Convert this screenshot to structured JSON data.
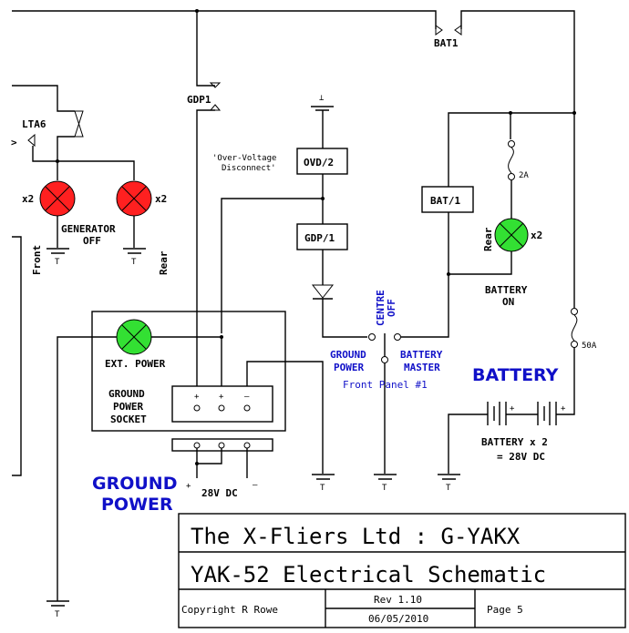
{
  "title_block": {
    "company": "The X-Fliers Ltd : G-YAKX",
    "drawing_title": "YAK-52 Electrical Schematic",
    "copyright": "Copyright R Rowe",
    "revision": "Rev 1.10",
    "date": "06/05/2010",
    "page": "Page 5"
  },
  "components": {
    "bat1_contact": "BAT1",
    "gdp1_contact": "GDP1",
    "lta6": "LTA6",
    "ovd2": "OVD/2",
    "ovd_note_line1": "'Over-Voltage",
    "ovd_note_line2": "Disconnect'",
    "gdp_relay": "GDP/1",
    "bat_relay": "BAT/1",
    "fuse_2a": "2A",
    "fuse_50a": "50A"
  },
  "lamps": {
    "gen_front_mult": "x2",
    "gen_rear_mult": "x2",
    "gen_label_line1": "GENERATOR",
    "gen_label_line2": "OFF",
    "front_label": "Front",
    "rear_label": "Rear",
    "bat_on_rear_label": "Rear",
    "bat_on_mult": "x2",
    "bat_on_line1": "BATTERY",
    "bat_on_line2": "ON",
    "ext_power": "EXT. POWER",
    "red_color": "#ff2020",
    "green_color": "#33e033"
  },
  "switch": {
    "centre_line1": "CENTRE",
    "centre_line2": "OFF",
    "ground_line1": "GROUND",
    "ground_line2": "POWER",
    "battery_line1": "BATTERY",
    "battery_line2": "MASTER",
    "panel": "Front Panel #1"
  },
  "socket": {
    "label_line1": "GROUND",
    "label_line2": "POWER",
    "label_line3": "SOCKET",
    "pin_plus_1": "+",
    "pin_plus_2": "+",
    "pin_minus": "–",
    "dc_plus": "+",
    "dc_label": "28V DC",
    "dc_minus": "–"
  },
  "sections": {
    "ground_power_line1": "GROUND",
    "ground_power_line2": "POWER",
    "battery": "BATTERY"
  },
  "battery": {
    "plus1": "+",
    "plus2": "+",
    "label_line1": "BATTERY x 2",
    "label_line2": "= 28V DC"
  },
  "ground_symbol_text": "T",
  "top_ground_text": "⊥"
}
